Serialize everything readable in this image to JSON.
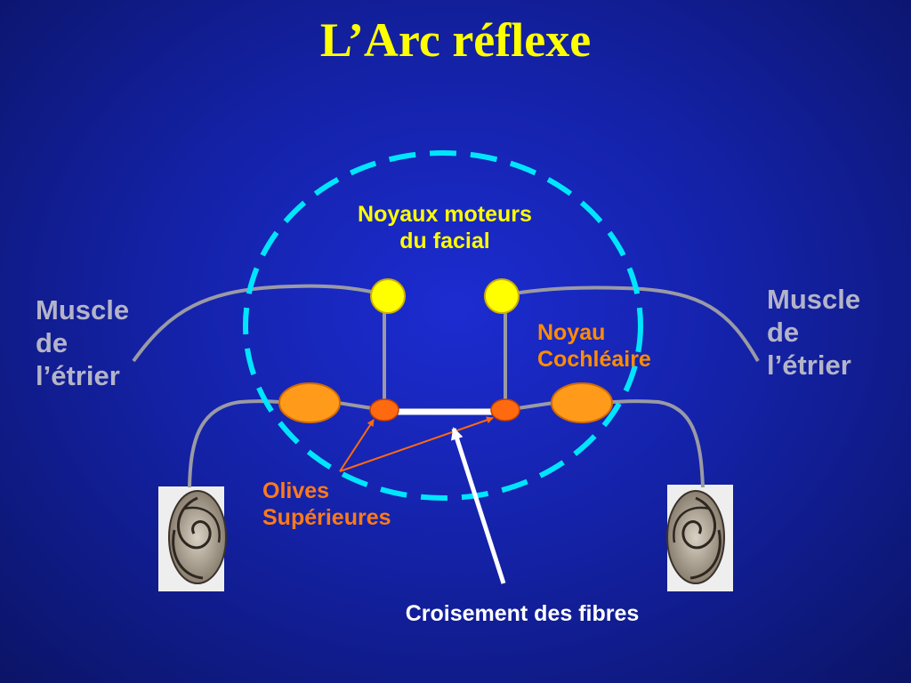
{
  "title": "L’Arc réflexe",
  "labels": {
    "muscle_left": [
      "Muscle",
      "de",
      "l’étrier"
    ],
    "muscle_right": [
      "Muscle",
      "de",
      "l’étrier"
    ],
    "facial_nuclei": [
      "Noyaux moteurs",
      "du facial"
    ],
    "cochlear_nucleus": [
      "Noyau",
      "Cochléaire"
    ],
    "superior_olives": [
      "Olives",
      "Supérieures"
    ],
    "fiber_crossing": "Croisement des fibres"
  },
  "colors": {
    "background": "#1422a8",
    "title": "#ffff00",
    "muscle_label": "#b4b4c8",
    "facial_label": "#ffff00",
    "cochlear_label": "#ff8c00",
    "olives_label": "#ff7a1a",
    "crossing_label": "#ffffff",
    "dashed_circle": "#00e5ff",
    "motor_nucleus": "#ffff00",
    "cochlear_nucleus_fill": "#ff9a1a",
    "olive_fill": "#ff6a10",
    "nerve": "#9a9aa4",
    "pointer_arrow": "#ff6a10"
  },
  "icons": {
    "left_ear": "cochlea-icon",
    "right_ear": "cochlea-icon"
  }
}
